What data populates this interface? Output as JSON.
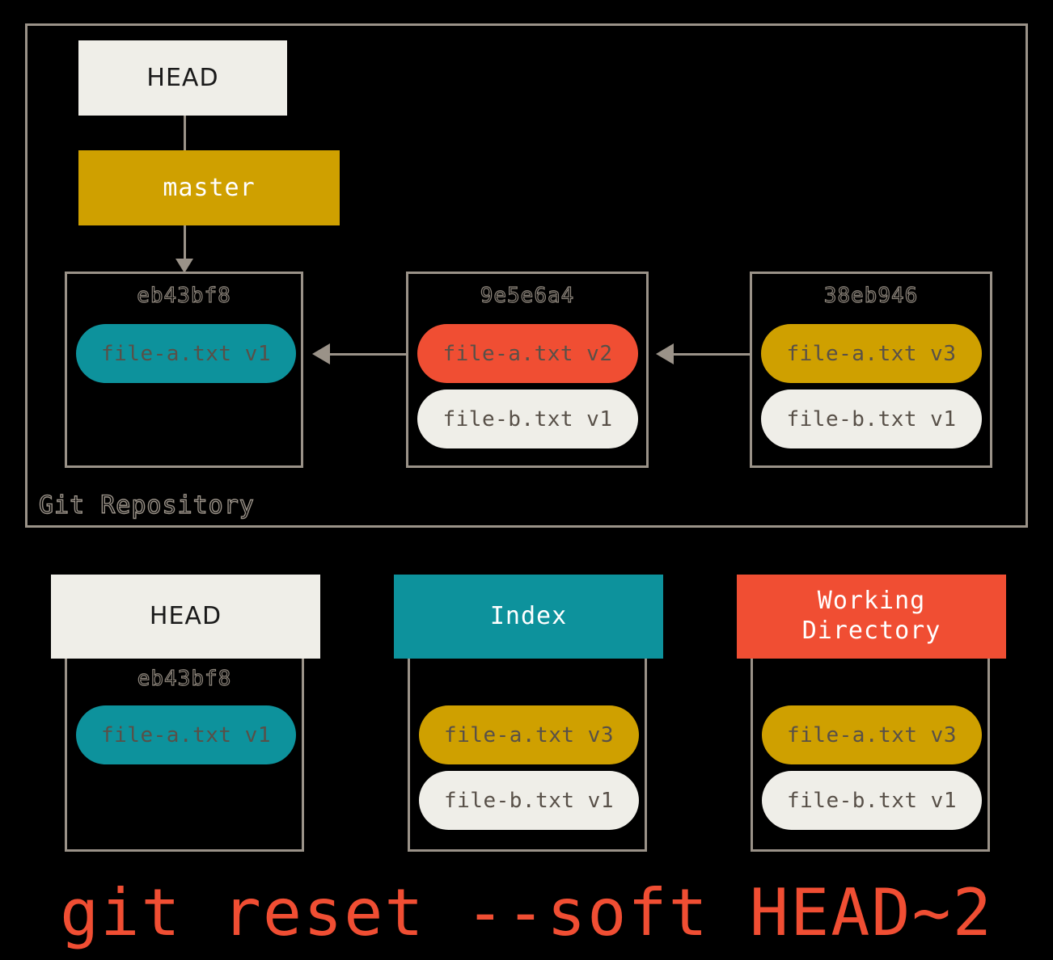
{
  "diagram": {
    "title": "git reset --soft HEAD~2",
    "command": "git reset --soft HEAD~2"
  },
  "colors": {
    "background": "#000000",
    "border_gray": "#9a9288",
    "cream": "#efeee8",
    "teal": "#0d929c",
    "red": "#f04e33",
    "gold": "#cfa000",
    "white": "#ffffff",
    "pill_text": "#585048"
  },
  "repository": {
    "label": "Git Repository",
    "head_pointer": {
      "label": "HEAD"
    },
    "branch_pointer": {
      "label": "master"
    },
    "commits": [
      {
        "sha": "eb43bf8",
        "files": [
          {
            "label": "file-a.txt v1",
            "color": "teal"
          }
        ]
      },
      {
        "sha": "9e5e6a4",
        "files": [
          {
            "label": "file-a.txt v2",
            "color": "red"
          },
          {
            "label": "file-b.txt v1",
            "color": "cream"
          }
        ]
      },
      {
        "sha": "38eb946",
        "files": [
          {
            "label": "file-a.txt v3",
            "color": "gold"
          },
          {
            "label": "file-b.txt v1",
            "color": "cream"
          }
        ]
      }
    ]
  },
  "areas": [
    {
      "name": "HEAD",
      "header_label": "HEAD",
      "header_color": "cream",
      "sha": "eb43bf8",
      "files": [
        {
          "label": "file-a.txt v1",
          "color": "teal"
        }
      ]
    },
    {
      "name": "Index",
      "header_label": "Index",
      "header_color": "teal",
      "sha": "",
      "files": [
        {
          "label": "file-a.txt v3",
          "color": "gold"
        },
        {
          "label": "file-b.txt v1",
          "color": "cream"
        }
      ]
    },
    {
      "name": "Working Directory",
      "header_label_line1": "Working",
      "header_label_line2": "Directory",
      "header_color": "red",
      "sha": "",
      "files": [
        {
          "label": "file-a.txt v3",
          "color": "gold"
        },
        {
          "label": "file-b.txt v1",
          "color": "cream"
        }
      ]
    }
  ]
}
